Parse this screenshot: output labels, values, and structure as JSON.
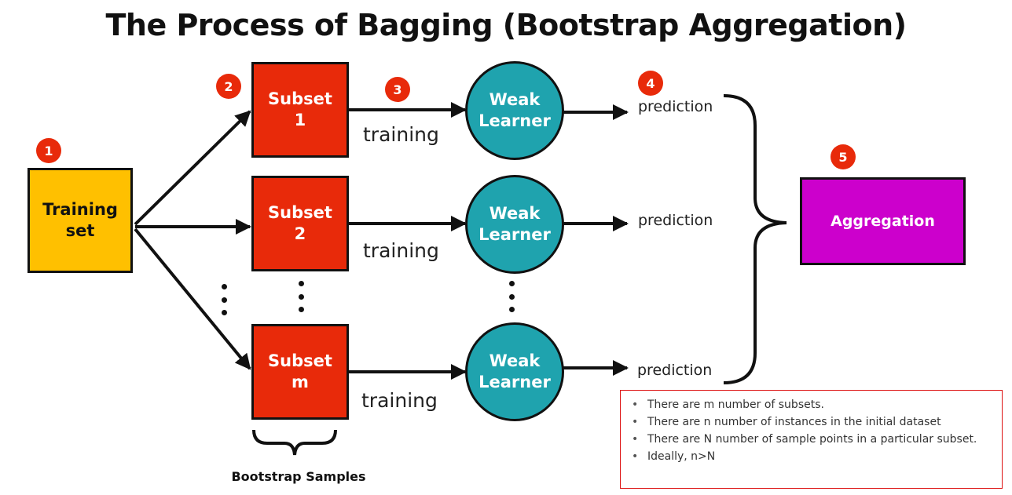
{
  "title": "The Process of Bagging (Bootstrap Aggregation)",
  "training_set": {
    "label": "Training\nset",
    "badge": "1"
  },
  "subsets": [
    {
      "label": "Subset\n1"
    },
    {
      "label": "Subset\n2"
    },
    {
      "label": "Subset\nm"
    }
  ],
  "subset_badge": "2",
  "training_badge": "3",
  "prediction_badge": "4",
  "aggregation_badge": "5",
  "training_labels": [
    "training",
    "training",
    "training"
  ],
  "learners": [
    {
      "label": "Weak\nLearner"
    },
    {
      "label": "Weak\nLearner"
    },
    {
      "label": "Weak\nLearner"
    }
  ],
  "predictions": [
    "prediction",
    "prediction",
    "prediction"
  ],
  "aggregation": {
    "label": "Aggregation"
  },
  "caption": "Bootstrap Samples",
  "notes": [
    "There are m number of subsets.",
    "There are n number of instances in the initial dataset",
    "There are N number of sample points in a particular subset.",
    "Ideally, n>N"
  ],
  "colors": {
    "training_set": "#FFC000",
    "subset": "#E82A0A",
    "learner": "#1FA3AE",
    "aggregation": "#CC00CC",
    "badge": "#E82A0A"
  }
}
